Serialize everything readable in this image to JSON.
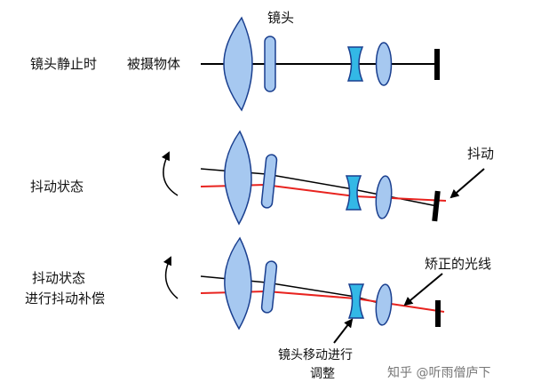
{
  "labels": {
    "lens": "镜头",
    "static_state": "镜头静止时",
    "subject": "被摄物体",
    "shake_state": "抖动状态",
    "shake": "抖动",
    "comp_state_line1": "抖动状态",
    "comp_state_line2": "进行抖动补偿",
    "corrected_light": "矫正的光线",
    "lens_adjust_line1": "镜头移动进行",
    "lens_adjust_line2": "调整"
  },
  "watermark": "知乎 @听雨僧庐下",
  "colors": {
    "lens_fill": "#a6c8f0",
    "lens_stroke": "#1a3f8f",
    "moving_lens_fill": "#33b8e6",
    "light_ray": "#e8231f",
    "axis": "#000000"
  }
}
